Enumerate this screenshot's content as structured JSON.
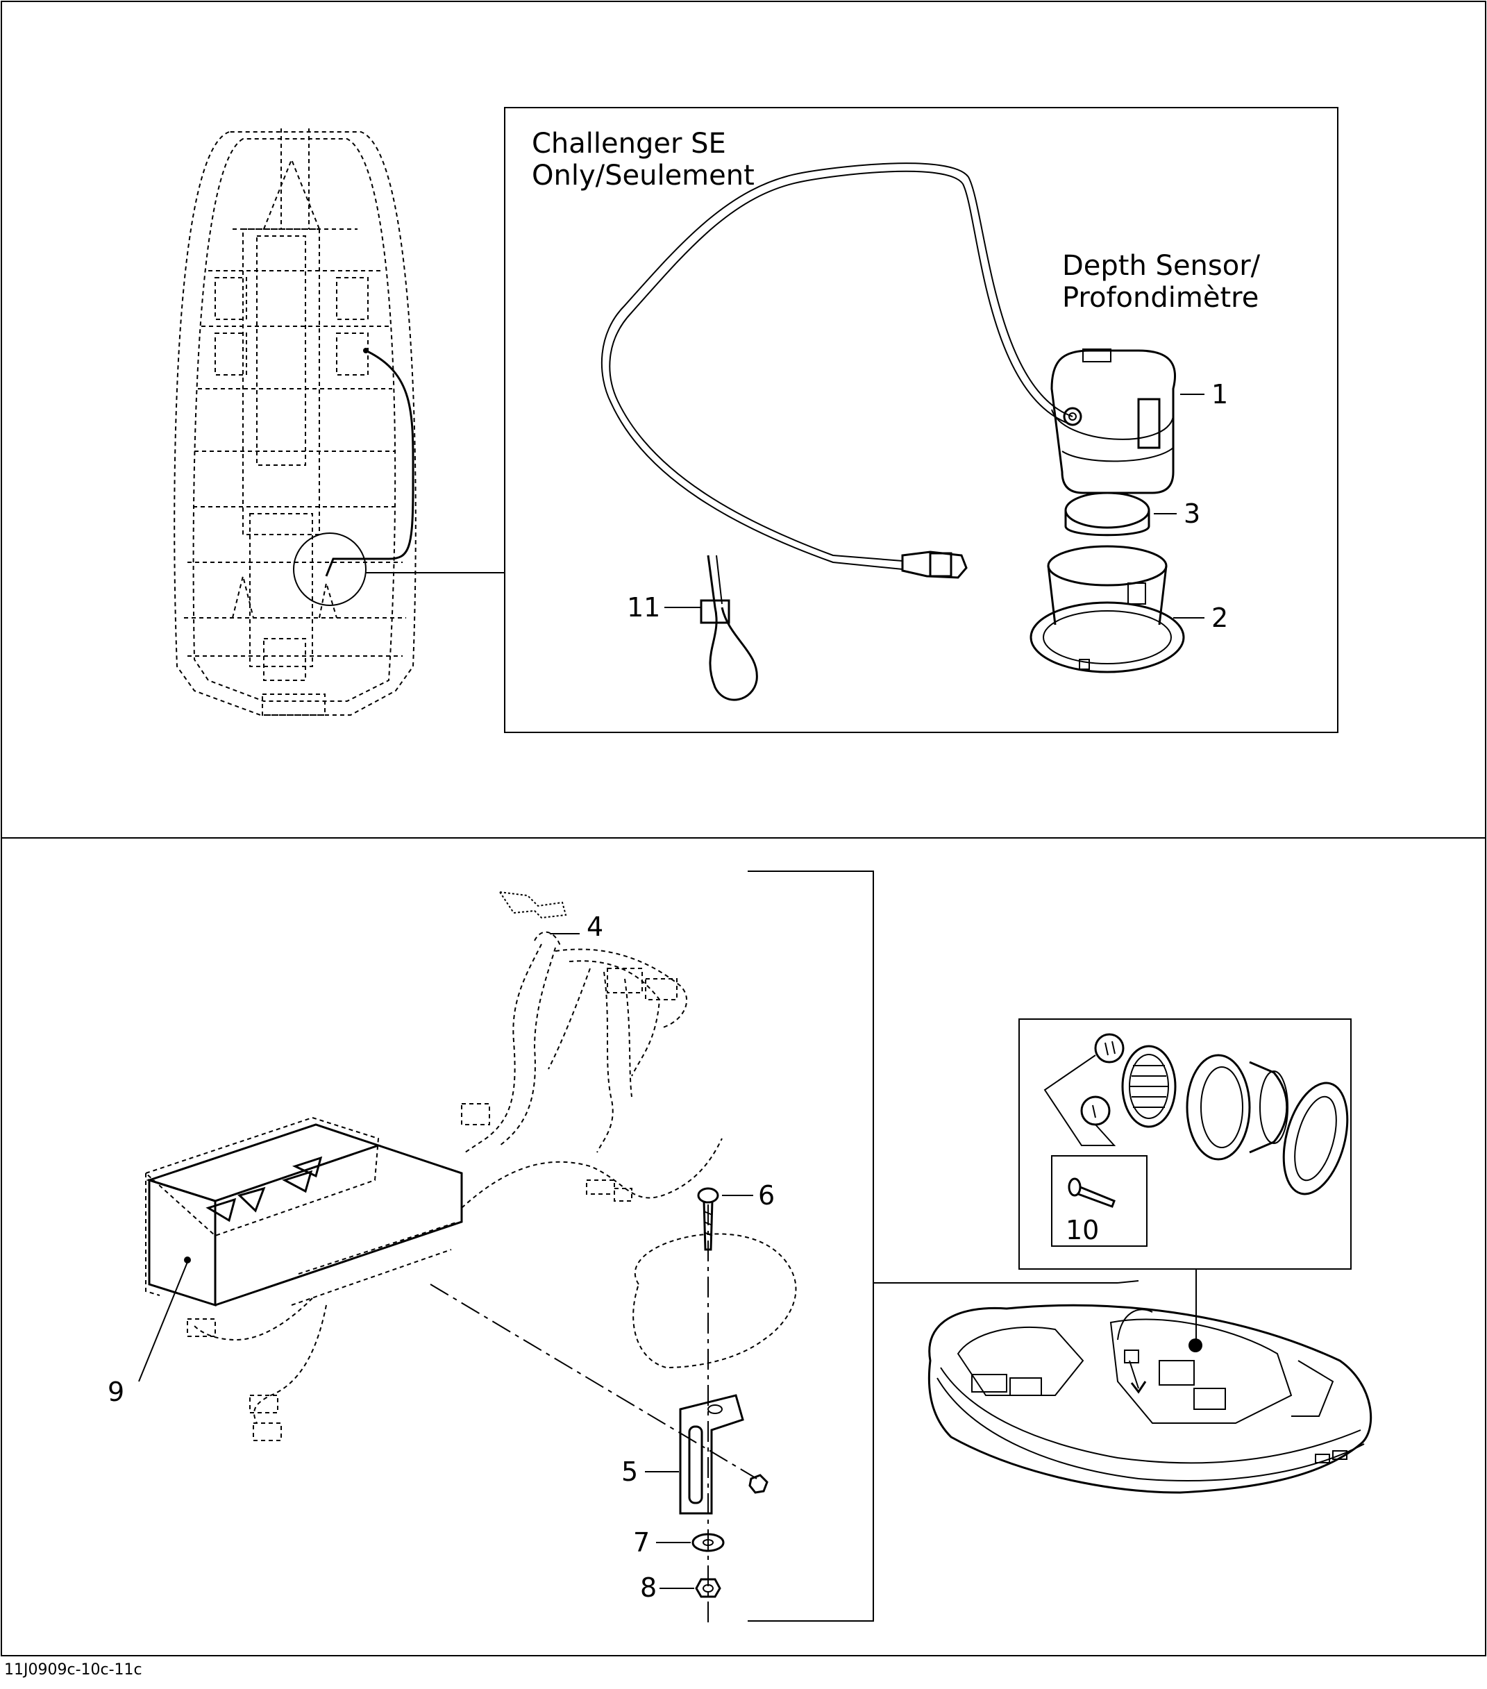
{
  "panel_top": {
    "inset_title": [
      "Challenger SE",
      "Only/Seulement"
    ],
    "sensor_title": [
      "Depth Sensor/",
      "Profondimètre"
    ],
    "callouts": {
      "p1": "1",
      "p2": "2",
      "p3": "3",
      "p11": "11"
    }
  },
  "panel_bottom": {
    "callouts": {
      "p4": "4",
      "p5": "5",
      "p6": "6",
      "p7": "7",
      "p8": "8",
      "p9": "9",
      "p10": "10"
    }
  },
  "footer": {
    "reference_code": "11J0909c-10c-11c"
  }
}
